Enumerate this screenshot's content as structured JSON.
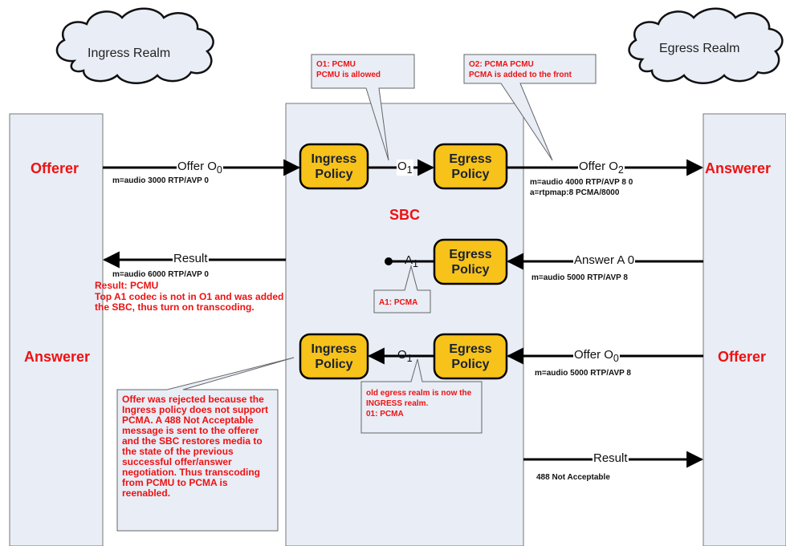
{
  "clouds": {
    "ingress": "Ingress Realm",
    "egress": "Egress Realm"
  },
  "lanes": {
    "left_top_role": "Offerer",
    "left_bottom_role": "Answerer",
    "right_top_role": "Answerer",
    "right_bottom_role": "Offerer",
    "sbc": "SBC"
  },
  "policies": {
    "ingress": [
      "Ingress",
      "Policy"
    ],
    "egress": [
      "Egress",
      "Policy"
    ]
  },
  "callouts": {
    "o1": [
      "O1: PCMU",
      "PCMU is allowed"
    ],
    "o2": [
      "O2: PCMA PCMU",
      "PCMA is added to the front"
    ],
    "a1": "A1: PCMA",
    "egress_note": [
      "old egress realm  is now the",
      "INGRESS realm.",
      "01: PCMA"
    ],
    "offer_rejected": "Offer was rejected because the Ingress policy does not support PCMA. A 488 Not Acceptable message is sent to the offerer and the SBC restores media to the state of the previous successful offer/answer negotiation. Thus transcoding from PCMU to PCMA is reenabled.",
    "result_pcmu": "Result: PCMU",
    "result_note": "Top A1 codec is not in O1 and was added the SBC, thus turn on transcoding."
  },
  "messages": {
    "offer_o0": {
      "text": "Offer O",
      "sub": "0"
    },
    "o1": {
      "text": "O",
      "sub": "1"
    },
    "offer_o2": {
      "text": "Offer O",
      "sub": "2"
    },
    "result": "Result",
    "a1": {
      "text": "A",
      "sub": "1"
    },
    "answer_a0": "Answer A",
    "answer_a0_sub": "0",
    "o1_lower": {
      "text": "O",
      "sub": "1"
    },
    "offer_o0_lower": {
      "text": "Offer O",
      "sub": "0"
    },
    "result_lower": "Result"
  },
  "sdp": {
    "left_offer": "m=audio 3000 RTP/AVP 0",
    "right_offer_1": "m=audio 4000 RTP/AVP 8 0",
    "right_offer_2": "a=rtpmap:8 PCMA/8000",
    "left_result": "m=audio 6000 RTP/AVP 0",
    "right_answer": "m=audio 5000 RTP/AVP 8",
    "right_offer_lower": "m=audio 5000 RTP/AVP 8",
    "not_acceptable": "488 Not Acceptable"
  },
  "colors": {
    "lane_fill": "#e8edf6",
    "lane_stroke": "#666666",
    "policy_fill": "#f7c21a",
    "callout_fill": "#e8edf6",
    "cloud_fill": "#e8edf6",
    "red": "#ee1111"
  }
}
